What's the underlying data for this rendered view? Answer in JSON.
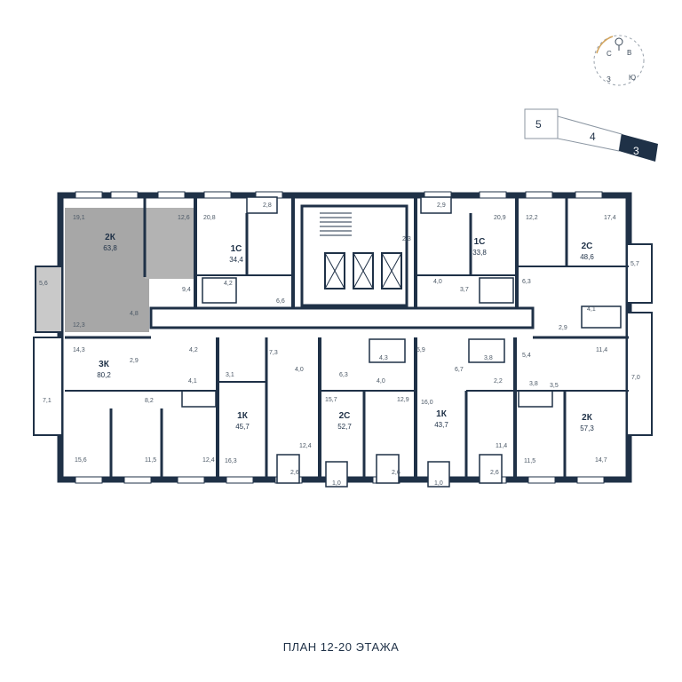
{
  "floor_title": "ПЛАН 12-20 ЭТАЖА",
  "compass": {
    "north": "С",
    "east": "В",
    "south": "Ю",
    "west": "З"
  },
  "key_plan": {
    "sections": [
      "5",
      "4",
      "3"
    ],
    "active_section": "3"
  },
  "apartments": [
    {
      "code": "2К",
      "area": "63,8",
      "highlighted": true
    },
    {
      "code": "1С",
      "area": "34,4"
    },
    {
      "code": "1С",
      "area": "33,8"
    },
    {
      "code": "2С",
      "area": "48,6"
    },
    {
      "code": "3К",
      "area": "80,2"
    },
    {
      "code": "1К",
      "area": "45,7"
    },
    {
      "code": "2С",
      "area": "52,7"
    },
    {
      "code": "1К",
      "area": "43,7"
    },
    {
      "code": "2К",
      "area": "57,3"
    }
  ],
  "room_areas": [
    "19,1",
    "12,6",
    "20,8",
    "2,8",
    "2,9",
    "20,9",
    "12,2",
    "17,4",
    "5,6",
    "9,4",
    "4,8",
    "12,3",
    "4,2",
    "6,6",
    "2,3",
    "4,0",
    "3,7",
    "6,3",
    "5,7",
    "4,1",
    "2,9",
    "14,3",
    "2,9",
    "4,2",
    "7,3",
    "4,0",
    "4,3",
    "5,9",
    "6,7",
    "3,8",
    "5,4",
    "11,4",
    "4,1",
    "3,1",
    "6,3",
    "4,0",
    "2,2",
    "3,8",
    "3,5",
    "7,0",
    "7,1",
    "8,2",
    "15,7",
    "12,9",
    "16,0",
    "15,6",
    "11,5",
    "12,4",
    "16,3",
    "12,4",
    "11,4",
    "11,5",
    "14,7",
    "2,6",
    "1,0",
    "2,6",
    "1,0",
    "2,6"
  ],
  "colors": {
    "wall": "#1f3147",
    "highlight": "#a7a7a7",
    "highlight_light": "#c9c9c9",
    "background": "#ffffff",
    "active_section": "#1f3147"
  }
}
